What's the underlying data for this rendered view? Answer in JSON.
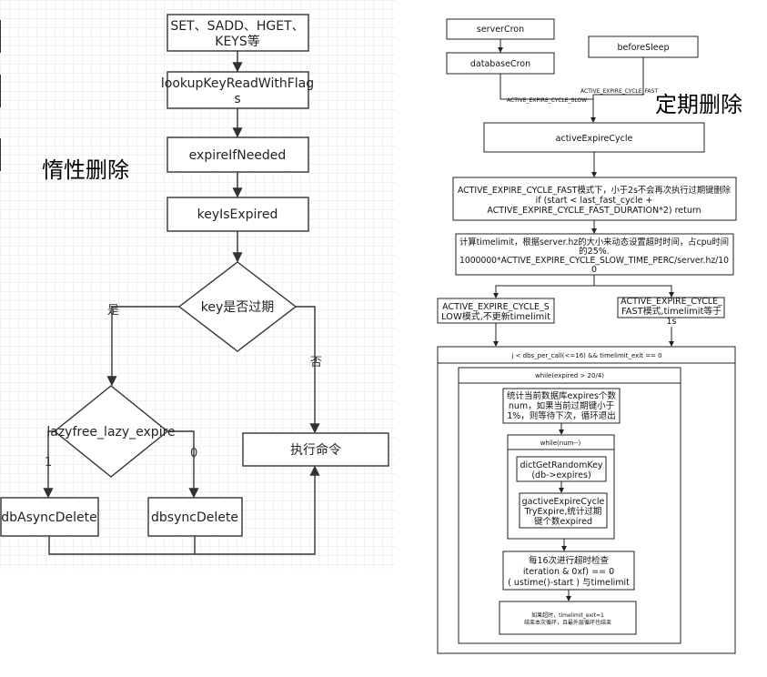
{
  "lazy": {
    "title": "惰性删除",
    "commands": "SET、SADD、HGET、",
    "commands2": "KEYS等",
    "lookup1": "lookupKeyReadWithFlag",
    "lookup2": "s",
    "expire_if_needed": "expireIfNeeded",
    "key_is_expired": "keyIsExpired",
    "decision": "key是否过期",
    "yes": "是",
    "no": "否",
    "lazyfree": "lazyfree_lazy_expire",
    "one": "1",
    "zero": "0",
    "db_async": "dbAsyncDelete",
    "db_sync": "dbsyncDelete",
    "exec": "执行命令"
  },
  "active": {
    "title": "定期删除",
    "server_cron": "serverCron",
    "database_cron": "databaseCron",
    "before_sleep": "beforeSleep",
    "fast_label": "ACTIVE_EXPIRE_CYCLE_FAST",
    "slow_label": "ACTIVE_EXPIRE_CYCLE_SLOW",
    "active_expire_cycle": "activeExpireCycle",
    "fast_check_1": "ACTIVE_EXPIRE_CYCLE_FAST模式下，小于2s不会再次执行过期键删除",
    "fast_check_2": "if (start < last_fast_cycle +",
    "fast_check_3": "ACTIVE_EXPIRE_CYCLE_FAST_DURATION*2) return",
    "timelimit_1": "计算timelimit，根据server.hz的大小来动态设置超时时间，占cpu时间",
    "timelimit_2": "的25%.",
    "timelimit_3": "1000000*ACTIVE_EXPIRE_CYCLE_SLOW_TIME_PERC/server.hz/10",
    "timelimit_4": "0",
    "slow_mode_1": "ACTIVE_EXPIRE_CYCLE_S",
    "slow_mode_2": "LOW模式,不更新timelimit",
    "fast_mode_1": "ACTIVE_EXPIRE_CYCLE_",
    "fast_mode_2": "FAST模式,timelimit等于",
    "fast_mode_3": "1s",
    "loop_outer": "j < dbs_per_call(<=16) && timelimit_exit == 0",
    "loop_while": "while(expired > 20/4)",
    "stats_1": "统计当前数据库expires个数",
    "stats_2": "num，如果当前过期键小于",
    "stats_3": "1%，则等待下次，循环退出",
    "loop_num": "while(num--)",
    "random_1": "dictGetRandomKey",
    "random_2": "(db->expires)",
    "try_1": "gactiveExpireCycle",
    "try_2": "TryExpire,统计过期",
    "try_3": "键个数expired",
    "check_1": "每16次进行超时检查",
    "check_2": "iteration & 0xf) == 0",
    "check_3": "( ustime()-start ) 与timelimit",
    "timeout_1": "如果超时，timelimit_exit=1",
    "timeout_2": "结束本次循环，且最外层循环也结束"
  }
}
